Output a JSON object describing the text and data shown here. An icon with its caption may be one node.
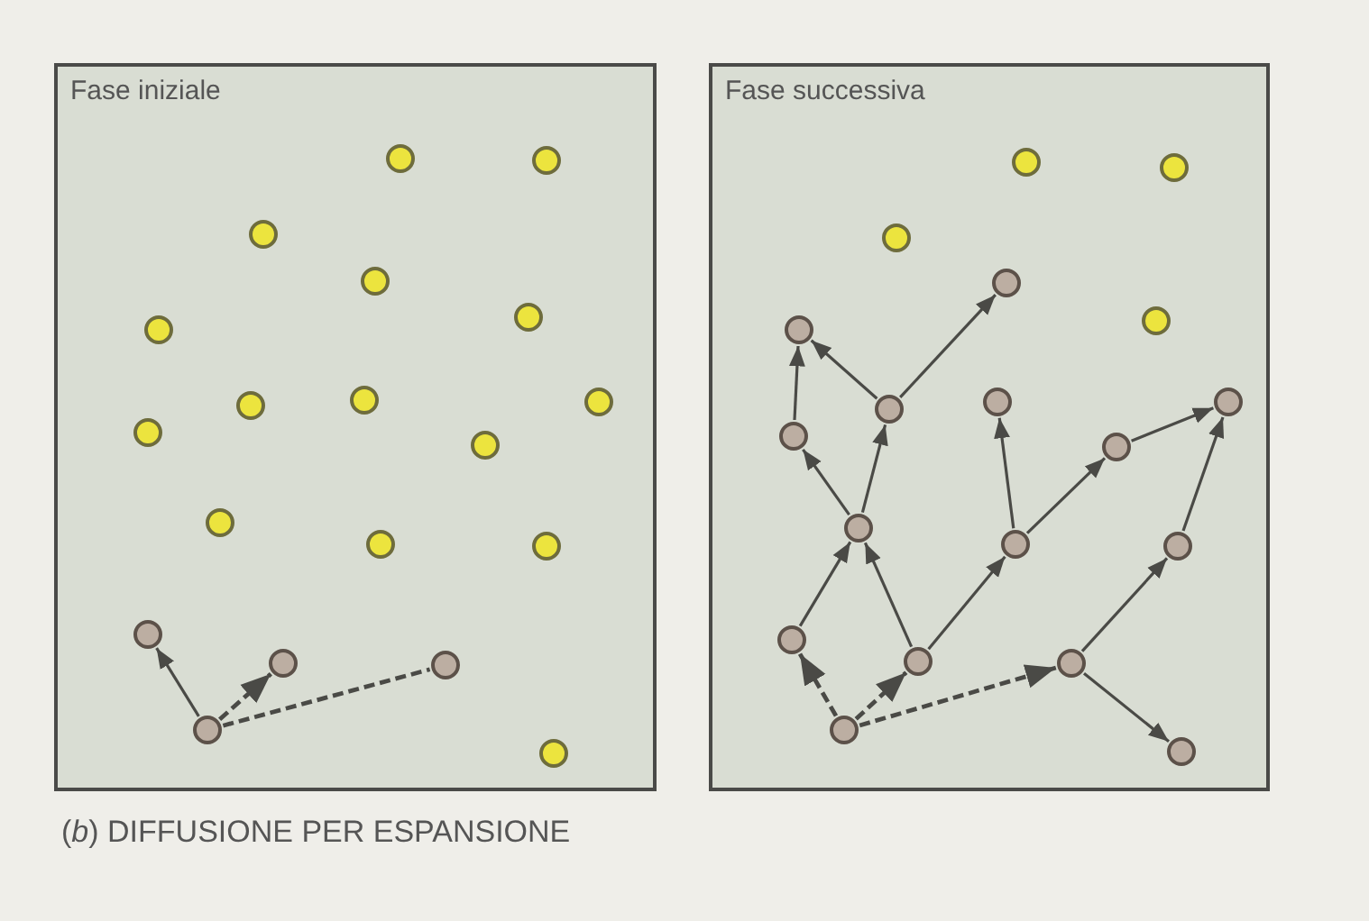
{
  "diagram": {
    "caption": "(*b*) DIFFUSIONE PER ESPANSIONE",
    "nodes": [
      {
        "text": [
          "Fase iniziale"
        ]
      },
      {
        "text": [],
        "shape": "circle",
        "in": 0
      },
      {
        "text": [],
        "shape": "circle",
        "in": 0
      },
      {
        "text": [],
        "shape": "circle",
        "in": 0
      },
      {
        "text": [],
        "shape": "circle",
        "in": 0
      },
      {
        "text": [],
        "shape": "circle",
        "in": 0
      },
      {
        "text": [],
        "shape": "circle",
        "in": 0
      },
      {
        "text": [],
        "shape": "circle",
        "in": 0
      },
      {
        "text": [],
        "shape": "circle",
        "in": 0
      },
      {
        "text": [],
        "shape": "circle",
        "in": 0
      },
      {
        "text": [],
        "shape": "circle",
        "in": 0
      },
      {
        "text": [],
        "shape": "circle",
        "in": 0
      },
      {
        "text": [],
        "shape": "circle",
        "in": 0
      },
      {
        "text": [],
        "shape": "circle",
        "in": 0
      },
      {
        "text": [],
        "shape": "circle",
        "in": 0
      },
      {
        "text": [],
        "shape": "circle",
        "in": 0
      },
      {
        "text": [],
        "shape": "circle",
        "in": 0
      },
      {
        "text": [],
        "shape": "circle",
        "in": 0
      },
      {
        "text": [],
        "shape": "circle",
        "in": 0
      },
      {
        "text": [],
        "shape": "circle",
        "in": 0
      },
      {
        "text": [
          "Fase successiva"
        ]
      },
      {
        "text": [],
        "shape": "circle",
        "in": 20
      },
      {
        "text": [],
        "shape": "circle",
        "in": 20
      },
      {
        "text": [],
        "shape": "circle",
        "in": 20
      },
      {
        "text": [],
        "shape": "circle",
        "in": 20
      },
      {
        "text": [],
        "shape": "circle",
        "in": 20
      },
      {
        "text": [],
        "shape": "circle",
        "in": 20
      },
      {
        "text": [],
        "shape": "circle",
        "in": 20
      },
      {
        "text": [],
        "shape": "circle",
        "in": 20
      },
      {
        "text": [],
        "shape": "circle",
        "in": 20
      },
      {
        "text": [],
        "shape": "circle",
        "in": 20
      },
      {
        "text": [],
        "shape": "circle",
        "in": 20
      },
      {
        "text": [],
        "shape": "circle",
        "in": 20
      },
      {
        "text": [],
        "shape": "circle",
        "in": 20
      },
      {
        "text": [],
        "shape": "circle",
        "in": 20
      },
      {
        "text": [],
        "shape": "circle",
        "in": 20
      },
      {
        "text": [],
        "shape": "circle",
        "in": 20
      },
      {
        "text": [],
        "shape": "circle",
        "in": 20
      },
      {
        "text": [],
        "shape": "circle",
        "in": 20
      },
      {
        "text": [],
        "shape": "circle",
        "in": 20
      }
    ],
    "edges": [
      {
        "from": 18,
        "to": 15,
        "arrow": "to"
      },
      {
        "from": 18,
        "to": 16,
        "arrow": "to",
        "style": "dashed"
      },
      {
        "from": 18,
        "to": 17,
        "arrow": "none",
        "style": "dashed"
      },
      {
        "from": 38,
        "to": 35,
        "arrow": "to",
        "style": "dashed"
      },
      {
        "from": 38,
        "to": 36,
        "arrow": "to",
        "style": "dashed"
      },
      {
        "from": 38,
        "to": 37,
        "arrow": "to",
        "style": "dashed"
      },
      {
        "from": 35,
        "to": 32,
        "arrow": "to"
      },
      {
        "from": 36,
        "to": 32,
        "arrow": "to"
      },
      {
        "from": 36,
        "to": 33,
        "arrow": "to"
      },
      {
        "from": 32,
        "to": 30,
        "arrow": "to"
      },
      {
        "from": 32,
        "to": 29,
        "arrow": "to"
      },
      {
        "from": 30,
        "to": 26,
        "arrow": "to"
      },
      {
        "from": 29,
        "to": 26,
        "arrow": "to"
      },
      {
        "from": 29,
        "to": 24,
        "arrow": "to"
      },
      {
        "from": 33,
        "to": 27,
        "arrow": "to"
      },
      {
        "from": 33,
        "to": 31,
        "arrow": "to"
      },
      {
        "from": 31,
        "to": 28,
        "arrow": "to"
      },
      {
        "from": 37,
        "to": 34,
        "arrow": "to"
      },
      {
        "from": 34,
        "to": 28,
        "arrow": "to"
      },
      {
        "from": 37,
        "to": 39,
        "arrow": "to"
      }
    ]
  }
}
